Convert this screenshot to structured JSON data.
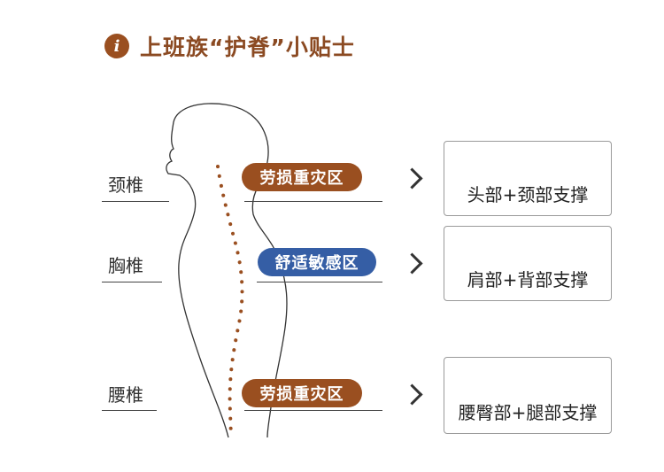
{
  "header": {
    "icon_glyph": "i",
    "title": "上班族“护脊”小贴士"
  },
  "colors": {
    "brown": "#9a4f20",
    "blue": "#355ea5",
    "title": "#8b4a22"
  },
  "rows": [
    {
      "spine_label": "颈椎",
      "zone_label": "劳损重灾区",
      "zone_color": "brown",
      "support_text": "头部+颈部支撑"
    },
    {
      "spine_label": "胸椎",
      "zone_label": "舒适敏感区",
      "zone_color": "blue",
      "support_text": "肩部+背部支撑"
    },
    {
      "spine_label": "腰椎",
      "zone_label": "劳损重灾区",
      "zone_color": "brown",
      "support_text": "腰臀部+腿部支撑"
    }
  ]
}
